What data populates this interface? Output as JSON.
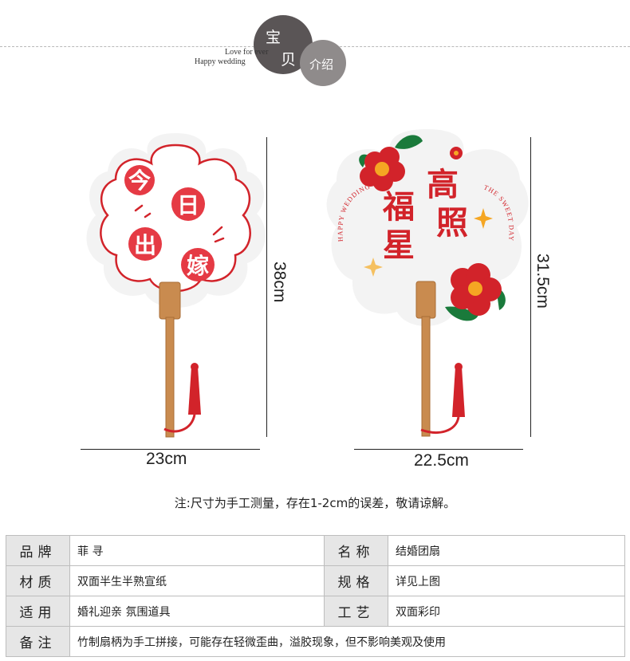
{
  "header": {
    "char_bao": "宝",
    "char_bei": "贝",
    "char_intro": "介绍",
    "en_love": "Love for ever",
    "en_happy": "Happy wedding"
  },
  "fan_left": {
    "chars": [
      "今",
      "日",
      "出",
      "嫁"
    ],
    "width_label": "23cm",
    "height_label": "38cm"
  },
  "fan_right": {
    "chars": [
      "高",
      "照",
      "福",
      "星"
    ],
    "arc_left": "HAPPY WEDDING",
    "arc_right": "THE SWEET DAY",
    "width_label": "22.5cm",
    "height_label": "31.5cm"
  },
  "note": "注:尺寸为手工测量，存在1-2cm的误差，敬请谅解。",
  "table": {
    "rows": [
      {
        "l1": "品牌",
        "v1": "菲 寻",
        "l2": "名称",
        "v2": "结婚团扇"
      },
      {
        "l1": "材质",
        "v1": "双面半生半熟宣纸",
        "l2": "规格",
        "v2": "详见上图"
      },
      {
        "l1": "适用",
        "v1": "婚礼迎亲 氛围道具",
        "l2": "工艺",
        "v2": "双面彩印"
      },
      {
        "l1": "备注",
        "v1": "竹制扇柄为手工拼接，可能存在轻微歪曲，溢胶现象，但不影响美观及使用"
      }
    ]
  },
  "colors": {
    "red": "#d2232a",
    "green": "#1a7a3b",
    "gold": "#f5a623",
    "bamboo": "#c98b4f"
  }
}
